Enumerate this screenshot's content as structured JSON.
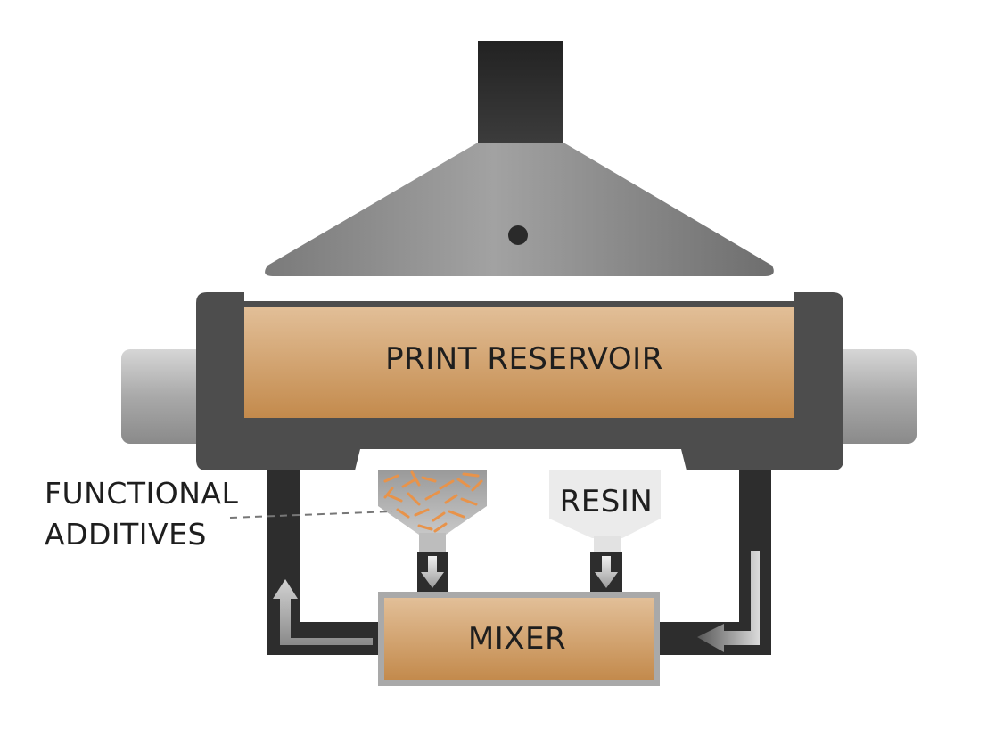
{
  "labels": {
    "reservoir": "PRINT RESERVOIR",
    "resin": "RESIN",
    "additives_line1": "FUNCTIONAL",
    "additives_line2": "ADDITIVES",
    "mixer": "MIXER"
  },
  "colors": {
    "amber": "#c8945a",
    "dark_frame": "#4a4a4a",
    "pipe": "#2b2b2b",
    "hood": "#8a8a8a",
    "resin_hopper": "#e8e8e8"
  },
  "icons": [
    "flow-arrow-up-icon",
    "flow-arrow-down-icon",
    "flow-arrow-left-icon"
  ]
}
